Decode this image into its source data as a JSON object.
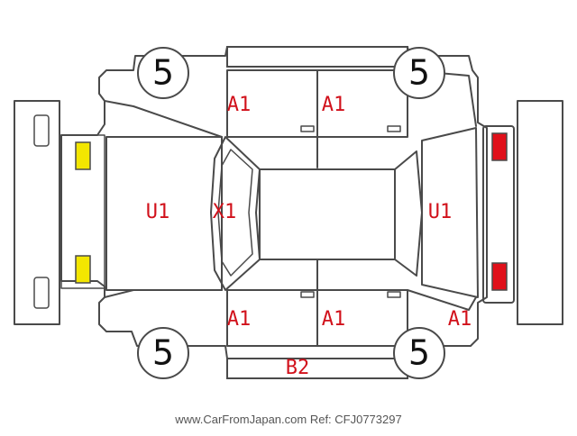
{
  "colors": {
    "outline": "#4a4a4a",
    "code_text": "#d1111b",
    "front_lights": "#f3e600",
    "rear_lights": "#e0101a"
  },
  "tires": {
    "front_left": "5",
    "front_right": "5",
    "rear_left": "5",
    "rear_right": "5"
  },
  "damage_codes": {
    "front_left_door": "A1",
    "rear_left_door": "A1",
    "front_right_door": "A1",
    "rear_right_door": "A1",
    "rear_right_quarter": "A1",
    "hood": "U1",
    "windshield": "X1",
    "trunk": "U1",
    "rear_bumper_side": "B2"
  },
  "watermark": "www.CarFromJapan.com Ref: CFJ0773297"
}
